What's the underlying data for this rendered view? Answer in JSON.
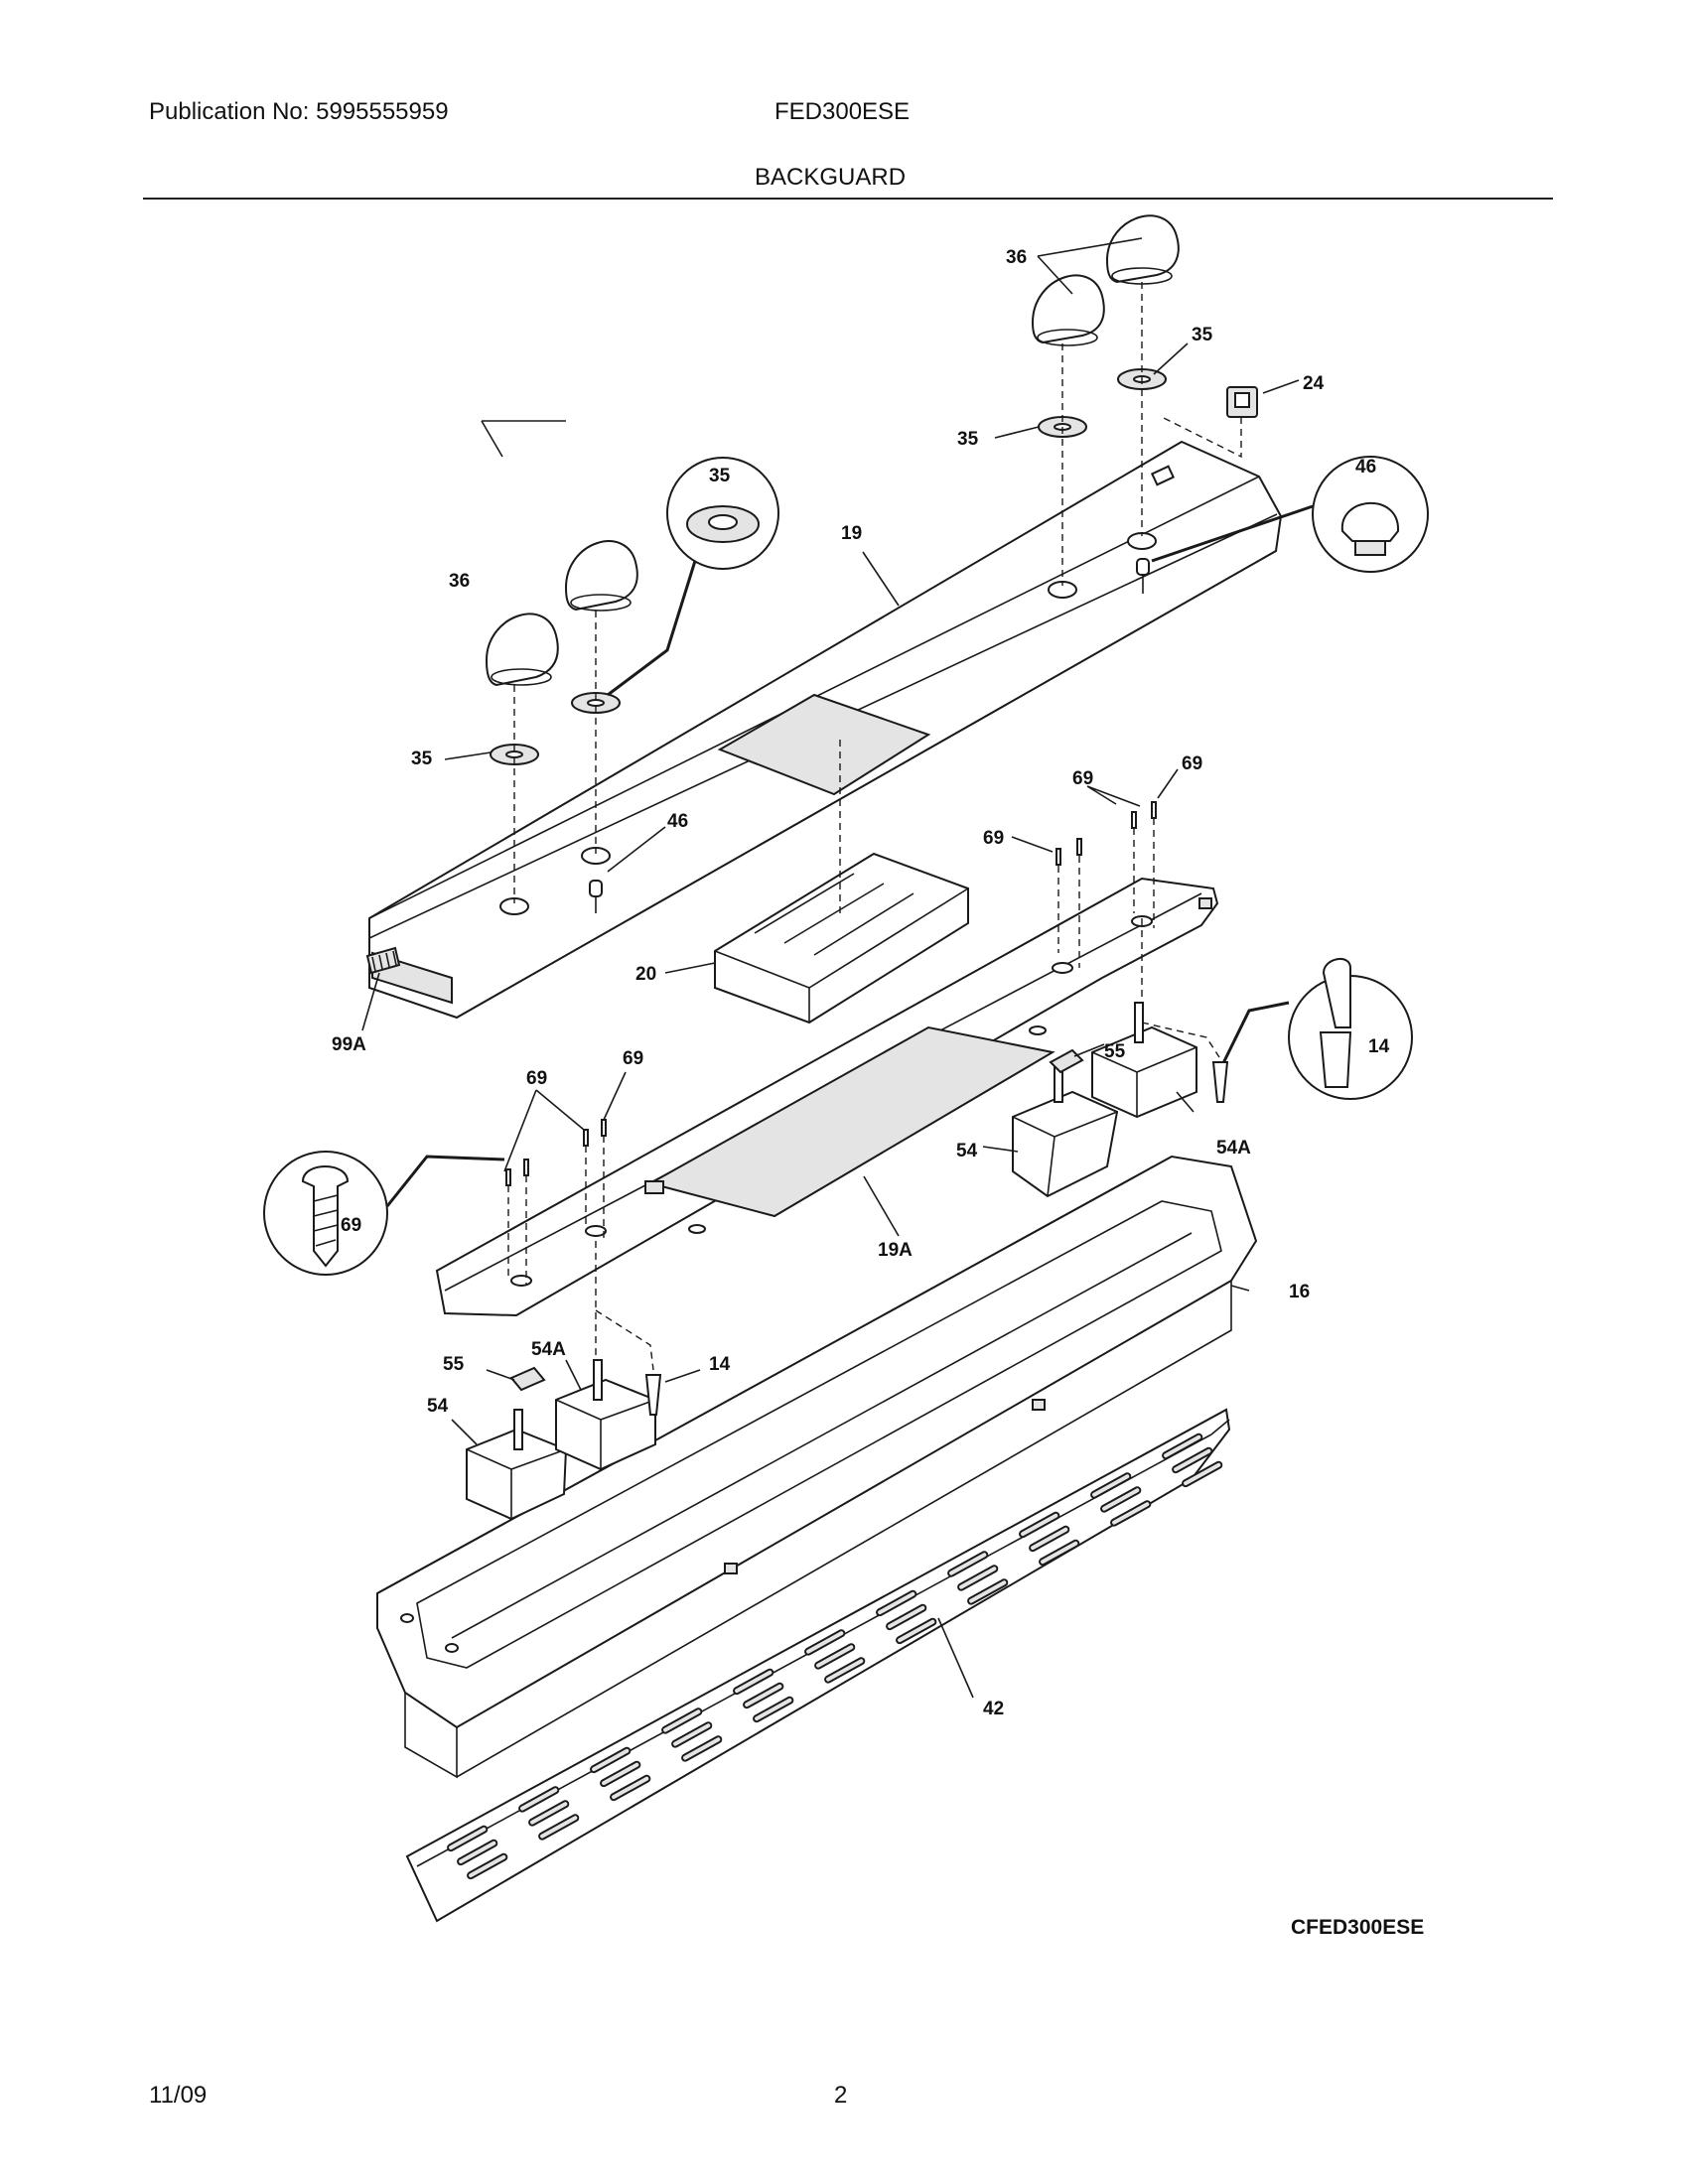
{
  "header": {
    "publication": "Publication No: 5995555959",
    "model": "FED300ESE",
    "section_title": "BACKGUARD"
  },
  "diagram_code": "CFED300ESE",
  "footer": {
    "date": "11/09",
    "page": "2"
  },
  "callouts": {
    "c36_right": "36",
    "c35_right_top": "35",
    "c24": "24",
    "c35_right_mid": "35",
    "c46_circle": "46",
    "c35_circle": "35",
    "c19": "19",
    "c36_left": "36",
    "c35_left": "35",
    "c46_left": "46",
    "c69_r1": "69",
    "c69_r2": "69",
    "c69_r3": "69",
    "c20": "20",
    "c99A": "99A",
    "c14_circle": "14",
    "c55_right": "55",
    "c54_right": "54",
    "c54A_right": "54A",
    "c69_l1": "69",
    "c69_l2": "69",
    "c69_circle": "69",
    "c19A": "19A",
    "c16": "16",
    "c55_left": "55",
    "c54A_left": "54A",
    "c14_left": "14",
    "c54_left": "54",
    "c42": "42"
  }
}
